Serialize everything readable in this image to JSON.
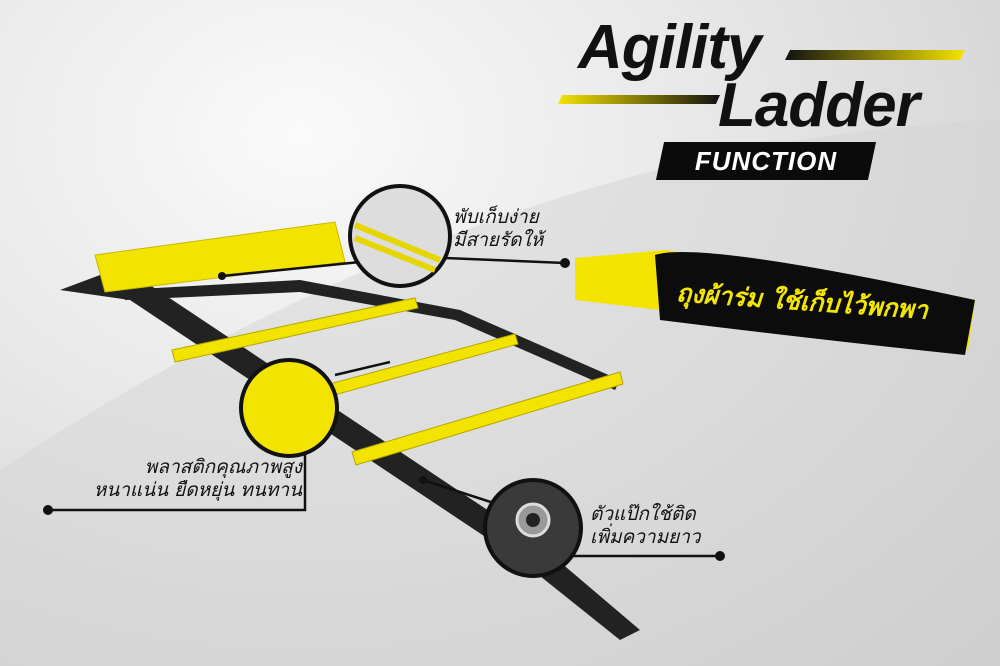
{
  "title": {
    "line1": "Agility",
    "line2": "Ladder",
    "subtitle": "FUNCTION"
  },
  "callouts": [
    {
      "line1": "พับเก็บง่าย",
      "line2": "มีสายรัดให้"
    },
    {
      "line1": "พลาสติกคุณภาพสูง",
      "line2": "หนาแน่น ยืดหยุ่น ทนทาน"
    },
    {
      "line1": "ตัวแป๊กใช้ติด",
      "line2": "เพิ่มความยาว"
    }
  ],
  "bag_text": "ถุงผ้าร่ม ใช้เก็บไว้พกพา",
  "colors": {
    "accent": "#f5e400",
    "dark": "#0b0b0b"
  }
}
